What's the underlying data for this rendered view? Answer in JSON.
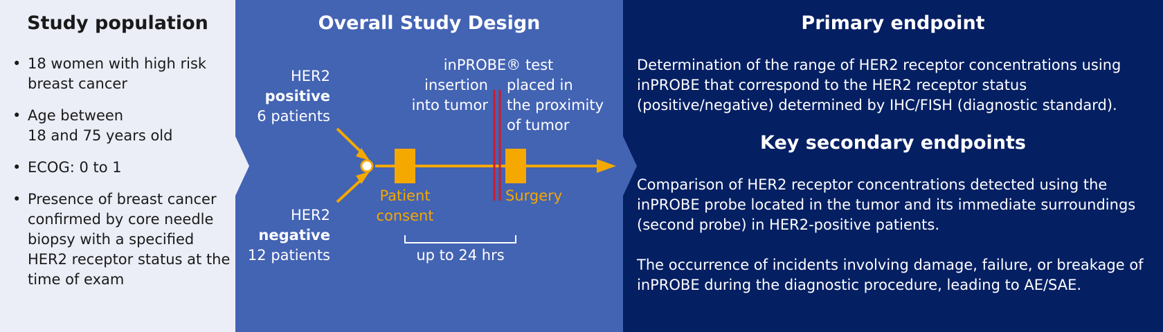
{
  "study_population": {
    "title": "Study population",
    "bullets": [
      "18 women with high risk breast cancer",
      "Age between\n18 and 75 years old",
      "ECOG: 0 to 1",
      "Presence of breast cancer confirmed by core needle biopsy with a specified HER2 receptor status at the time of exam"
    ]
  },
  "study_design": {
    "title": "Overall Study Design",
    "positive_group": {
      "line1": "HER2",
      "line2": "positive",
      "line3": "6 patients"
    },
    "negative_group": {
      "line1": "HER2",
      "line2": "negative",
      "line3": "12 patients"
    },
    "test_label": "inPROBE® test",
    "insertion_label": {
      "line1": "insertion",
      "line2": "into tumor"
    },
    "proximity_label": {
      "line1": "placed in",
      "line2": "the proximity",
      "line3": "of tumor"
    },
    "patient_consent": {
      "line1": "Patient",
      "line2": "consent"
    },
    "surgery": "Surgery",
    "duration": "up to 24 hrs"
  },
  "endpoints": {
    "primary_title": "Primary endpoint",
    "primary_text": "Determination of the range of HER2 receptor concentrations using inPROBE that correspond to the HER2 receptor status (positive/negative) determined by IHC/FISH (diagnostic standard).",
    "secondary_title": "Key secondary endpoints",
    "secondary_text_1": "Comparison of HER2 receptor concentrations detected using the inPROBE probe located in the tumor and its immediate surroundings (second probe) in HER2-positive patients.",
    "secondary_text_2": "The occurrence of incidents involving damage, failure, or breakage of inPROBE during the diagnostic procedure, leading to AE/SAE."
  },
  "colors": {
    "left_bg": "#ebeef7",
    "middle_bg": "#4363b3",
    "right_bg": "#051f63",
    "accent_orange": "#f4a800",
    "marker_red": "#d11a2a"
  }
}
